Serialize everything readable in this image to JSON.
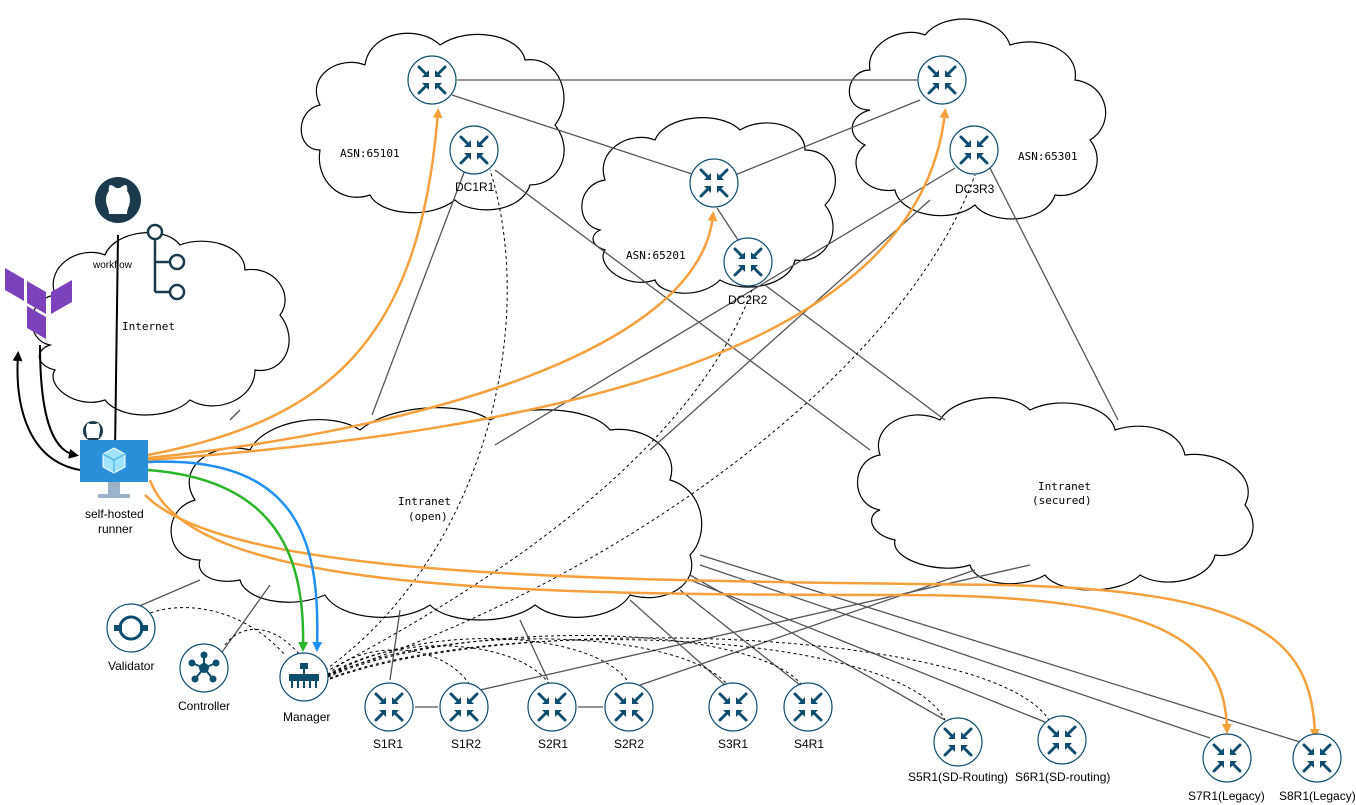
{
  "accent_colors": {
    "orange": "#f5a03c",
    "green": "#2bb52b",
    "blue": "#1f8ff0",
    "router": "#0e4d6e",
    "terraform": "#7b42bc",
    "github": "#1b3a4b"
  },
  "clouds": {
    "asn1": "ASN:65101",
    "asn2": "ASN:65201",
    "asn3": "ASN:65301",
    "internet": "Internet",
    "intranet_open": [
      "Intranet",
      "(open)"
    ],
    "intranet_secured": [
      "Intranet",
      "(secured)"
    ]
  },
  "routers": {
    "dc1r1": "DC1R1",
    "dc2r2": "DC2R2",
    "dc3r3": "DC3R3",
    "s1r1": "S1R1",
    "s1r2": "S1R2",
    "s2r1": "S2R1",
    "s2r2": "S2R2",
    "s3r1": "S3R1",
    "s4r1": "S4R1",
    "s5r1": "S5R1(SD-Routing)",
    "s6r1": "S6R1(SD-routing)",
    "s7r1": "S7R1(Legacy)",
    "s8r1": "S8R1(Legacy)"
  },
  "components": {
    "workflow": "workflow",
    "runner": [
      "self-hosted",
      "runner"
    ],
    "validator": "Validator",
    "controller": "Controller",
    "manager": "Manager"
  }
}
